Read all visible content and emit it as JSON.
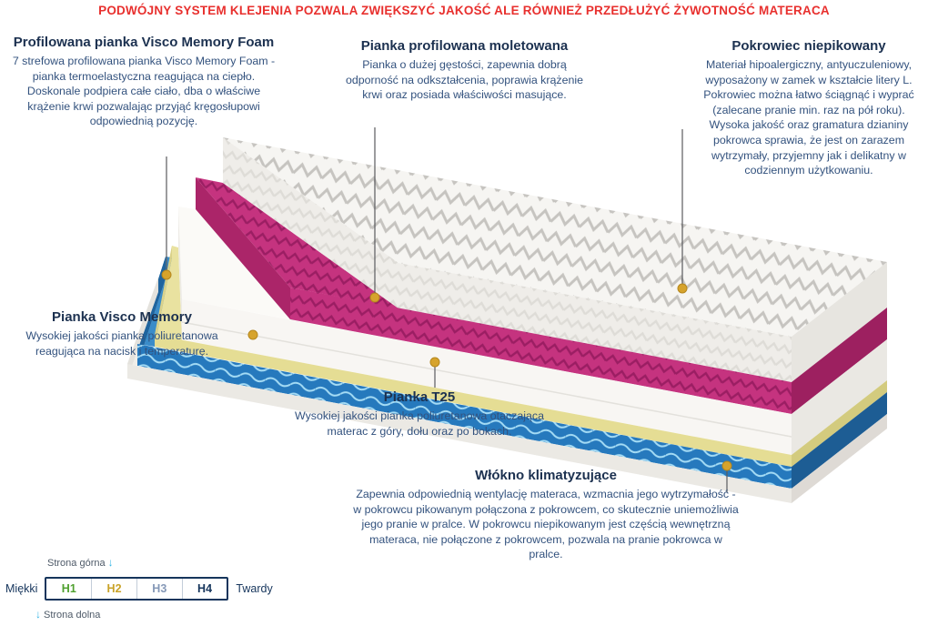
{
  "banner": {
    "text": "PODWÓJNY SYSTEM KLEJENIA POZWALA ZWIĘKSZYĆ JAKOŚĆ ALE RÓWNIEŻ PRZEDŁUŻYĆ ŻYWOTNOŚĆ MATERACA"
  },
  "callouts": {
    "visco_profiled": {
      "title": "Profilowana pianka Visco Memory Foam",
      "body": "7 strefowa profilowana pianka Visco Memory Foam - pianka termoelastyczna reagująca na ciepło. Doskonale podpiera całe ciało, dba o właściwe krążenie krwi pozwalając przyjąć kręgosłupowi odpowiednią pozycję."
    },
    "molded": {
      "title": "Pianka profilowana moletowana",
      "body": "Pianka o dużej gęstości, zapewnia dobrą odporność na odkształcenia, poprawia krążenie krwi oraz posiada właściwości masujące."
    },
    "cover": {
      "title": "Pokrowiec niepikowany",
      "body": "Materiał hipoalergiczny, antyuczuleniowy, wyposażony w zamek w kształcie litery L. Pokrowiec można łatwo ściągnąć i wyprać (zalecane pranie min. raz na pół roku). Wysoka jakość oraz gramatura dzianiny pokrowca sprawia, że jest on zarazem wytrzymały, przyjemny jak i delikatny w codziennym użytkowaniu."
    },
    "visco": {
      "title": "Pianka Visco Memory",
      "body": "Wysokiej jakości pianka poliuretanowa reagująca na nacisk i temperaturę."
    },
    "t25": {
      "title": "Pianka T25",
      "body": "Wysokiej jakości pianka poliuretanowa otaczająca materac z góry, dołu oraz po bokach."
    },
    "fiber": {
      "title": "Włókno klimatyzujące",
      "body": "Zapewnia odpowiednią wentylację materaca, wzmacnia jego wytrzymałość - w pokrowcu pikowanym połączona z pokrowcem, co skutecznie uniemożliwia jego pranie w pralce. W pokrowcu niepikowanym jest częścią wewnętrzną materaca, nie połączone z pokrowcem, pozwala na pranie pokrowca w pralce."
    }
  },
  "hardness": {
    "top_label": "Strona górna",
    "bottom_label": "Strona dolna",
    "soft_label": "Miękki",
    "hard_label": "Twardy",
    "levels": [
      {
        "label": "H1",
        "color": "#4fa02f"
      },
      {
        "label": "H2",
        "color": "#c9a227"
      },
      {
        "label": "H3",
        "color": "#8598b7"
      },
      {
        "label": "H4",
        "color": "#16355c"
      }
    ]
  },
  "colors": {
    "banner_red": "#e8302e",
    "heading_navy": "#1c3150",
    "body_blue": "#33527e",
    "foam_pink": "#c5337f",
    "fiber_blue": "#2679bd",
    "foam_yellow": "#e9e2a0",
    "callout_dot_gold": "#d6a32c",
    "arrow_blue": "#35b4e5"
  }
}
